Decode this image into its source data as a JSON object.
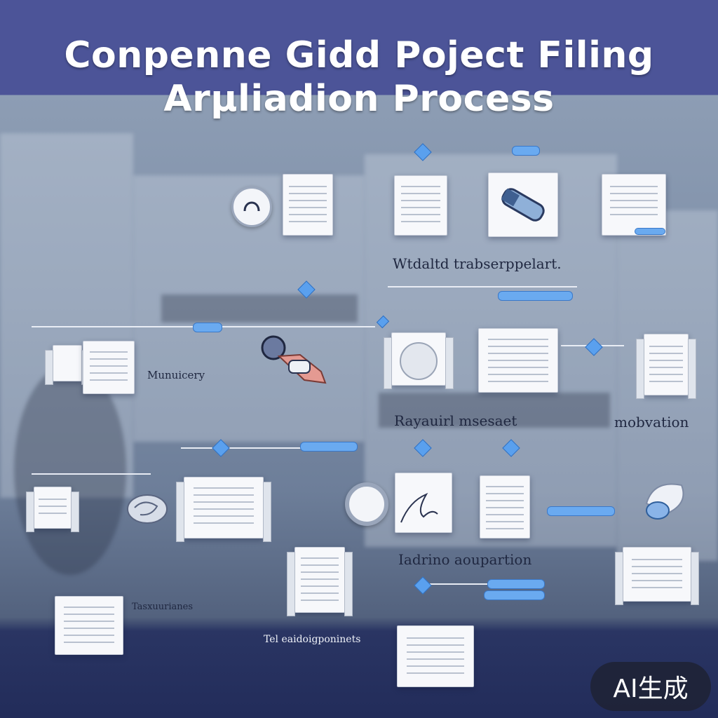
{
  "title": {
    "line1": "Conpenne Gidd Poject Filing",
    "line2": "Arµliadion Process"
  },
  "labels": {
    "step1": "Wtdaltd  trabserppelart.",
    "step2": "Munuicery",
    "step3": "Rayauirl msesaet",
    "step4": "mobvation",
    "step5": "Iadrino  aoupartion",
    "step6": "Tasxuurianes",
    "step7": "Tel eaidoigponinets"
  },
  "watermark": "AI生成",
  "colors": {
    "header_band": "#4850a0",
    "accent_blue": "#5aa0ee",
    "footer_band": "#222c5a"
  },
  "icons": {
    "top_row": [
      "headset-icon",
      "document-icon",
      "document-icon",
      "usb-drive-icon",
      "document-icon"
    ],
    "middle_row": [
      "folder-stack-icon",
      "stamp-icon",
      "folder-stack-icon",
      "document-icon",
      "folder-stack-icon"
    ],
    "lower_row": [
      "folder-stack-icon",
      "brain-icon",
      "document-stack-icon",
      "ring-icon",
      "signature-document-icon",
      "document-icon",
      "lamp-icon"
    ],
    "bottom_row": [
      "document-stack-icon",
      "folder-stack-icon",
      "document-icon",
      "document-icon"
    ]
  }
}
